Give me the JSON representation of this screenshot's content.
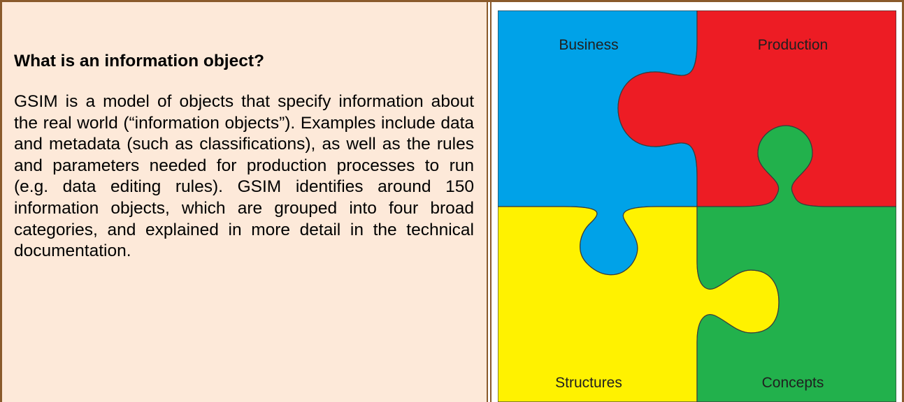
{
  "heading": "What is an information object?",
  "paragraph": "GSIM is a model of objects that specify information about the real world (“information objects”). Examples include data and metadata (such as classifications), as well as the rules and parameters needed for production processes to run (e.g. data editing rules). GSIM identifies around 150 information objects, which are grouped into four broad categories, and explained in more detail in the technical documentation.",
  "puzzle": {
    "pieces": [
      {
        "label": "Business",
        "color": "#00a2e8"
      },
      {
        "label": "Production",
        "color": "#ed1c24"
      },
      {
        "label": "Structures",
        "color": "#fff200"
      },
      {
        "label": "Concepts",
        "color": "#22b14c"
      }
    ]
  },
  "colors": {
    "border": "#8a5a2b",
    "text_box_background": "#fde9d9"
  }
}
